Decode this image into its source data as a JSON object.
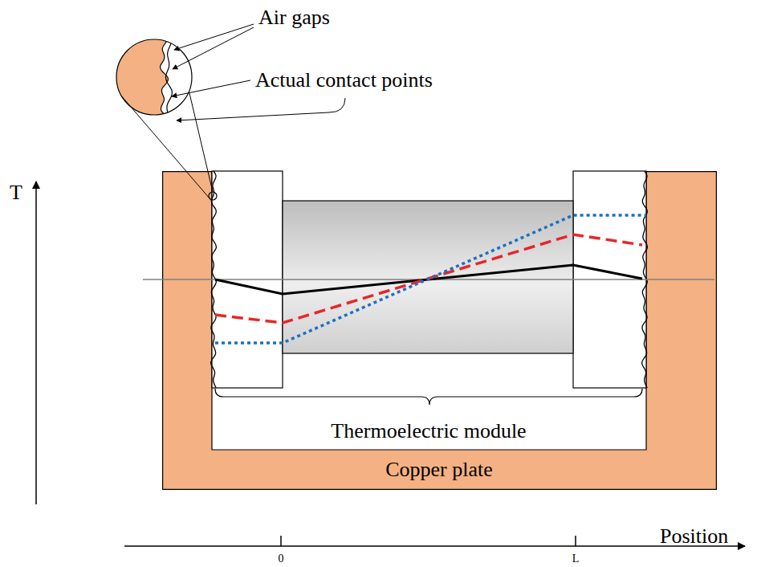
{
  "diagram": {
    "nodes": [
      {
        "text": [
          "Copper plate"
        ]
      },
      {
        "text": [
          "Thermoelectric module"
        ],
        "in": 0
      }
    ],
    "labels": [
      "Air gaps",
      "Actual contact points",
      "T",
      "0",
      "L",
      "Position"
    ]
  }
}
